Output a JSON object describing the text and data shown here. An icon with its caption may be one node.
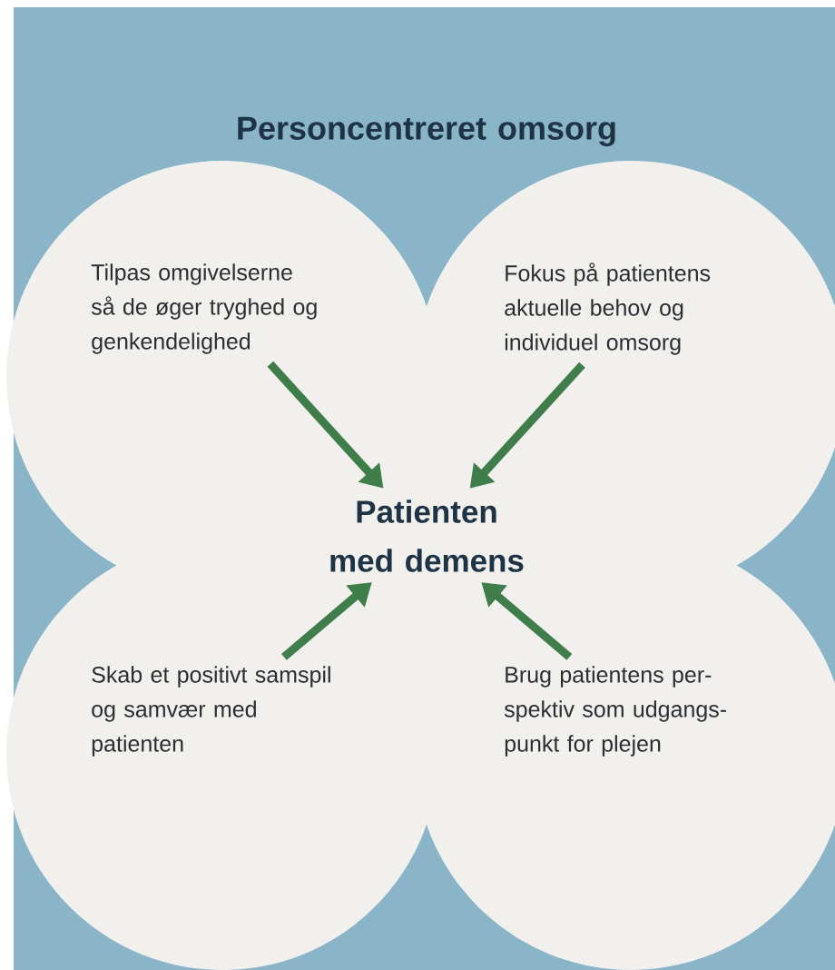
{
  "diagram": {
    "title": "Personcentreret omsorg",
    "nodes": [
      {
        "text": [
          "Tilpas omgivelserne så de øger tryghed og genkendelighed"
        ]
      },
      {
        "text": [
          "Fokus på patientens aktuelle behov og individuel omsorg"
        ]
      },
      {
        "text": [
          "Patienten med demens"
        ]
      },
      {
        "text": [
          "Skab et positivt samspil og samvær med patienten"
        ]
      },
      {
        "text": [
          "Brug patientens per- spektiv som udgangs- punkt for plejen"
        ]
      }
    ],
    "edges": [
      {
        "from": 0,
        "to": 2,
        "arrow": "to"
      },
      {
        "from": 1,
        "to": 2,
        "arrow": "to"
      },
      {
        "from": 3,
        "to": 2,
        "arrow": "to"
      },
      {
        "from": 4,
        "to": 2,
        "arrow": "to"
      }
    ]
  }
}
